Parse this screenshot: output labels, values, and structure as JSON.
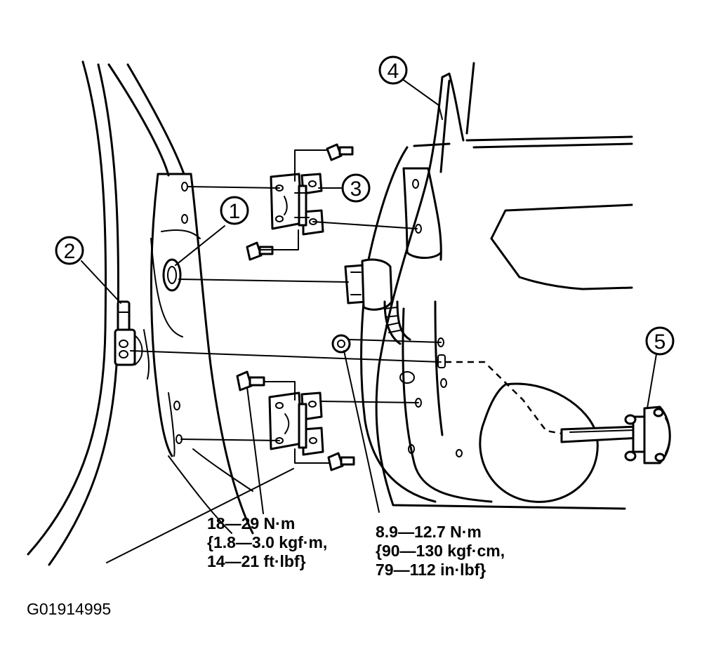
{
  "callouts": [
    {
      "number": "1"
    },
    {
      "number": "2"
    },
    {
      "number": "3"
    },
    {
      "number": "4"
    },
    {
      "number": "5"
    }
  ],
  "torque_specs": [
    {
      "line1": "18—29 N·m",
      "line2": "{1.8—3.0 kgf·m,",
      "line3": "14—21 ft·lbf}"
    },
    {
      "line1": "8.9—12.7 N·m",
      "line2": "{90—130 kgf·cm,",
      "line3": "79—112 in·lbf}"
    }
  ],
  "figure_code": "G01914995"
}
